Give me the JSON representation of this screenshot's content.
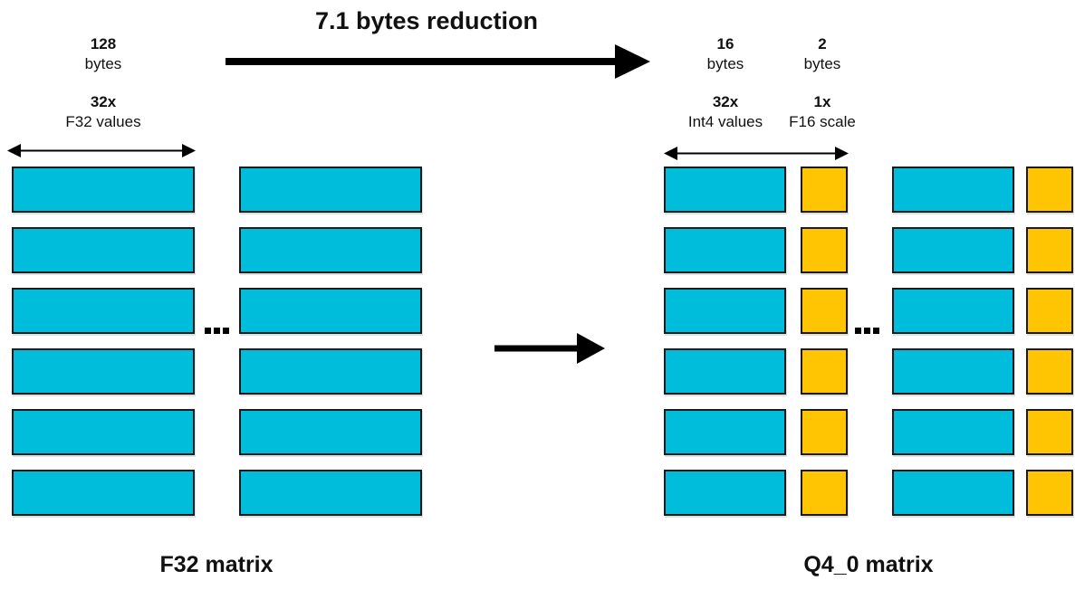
{
  "title": "7.1 bytes reduction",
  "left_matrix": {
    "name": "F32 matrix",
    "bytes_label": {
      "value": "128",
      "unit": "bytes"
    },
    "span_label": {
      "multiplier": "32x",
      "description": "F32 values"
    },
    "rows": 6,
    "columns": 2
  },
  "right_matrix": {
    "name": "Q4_0 matrix",
    "values_bytes_label": {
      "value": "16",
      "unit": "bytes"
    },
    "scale_bytes_label": {
      "value": "2",
      "unit": "bytes"
    },
    "values_span_label": {
      "multiplier": "32x",
      "description": "Int4 values"
    },
    "scale_span_label": {
      "multiplier": "1x",
      "description": "F16 scale"
    },
    "rows": 6,
    "groups": 2
  },
  "icons": {
    "ellipsis": "three-dots",
    "reduction_arrow": "right-arrow",
    "transform_arrow": "right-arrow",
    "span_arrow": "double-headed-horizontal-arrow"
  },
  "colors": {
    "f32_block": "#00BEDB",
    "scale_block": "#FFC502",
    "block_border": "#1b1b1b",
    "arrow": "#000000",
    "text": "#111111",
    "background": "#ffffff"
  }
}
